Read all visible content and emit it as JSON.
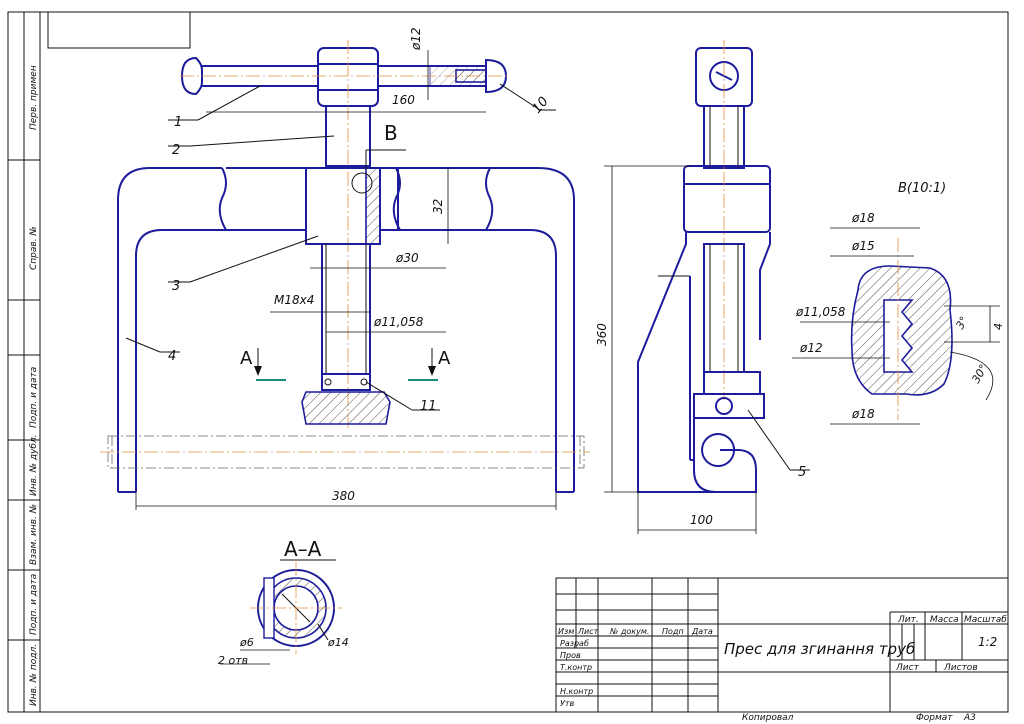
{
  "drawing": {
    "title": "Прес для згинання труб",
    "scale": "1:2",
    "format_label": "Формат",
    "format_value": "А3",
    "copied_label": "Копировал"
  },
  "side_margin": {
    "perv_primen": "Перв. примен",
    "sprav_no": "Справ. №",
    "podp_data_1": "Подп. и дата",
    "inv_dubl": "Инв. № дубл.",
    "vzam_inv": "Взам. инв. №",
    "podp_data_2": "Подп. и дата",
    "inv_podl": "Инв. № подл."
  },
  "title_block": {
    "headers": [
      "Изм",
      "Лист",
      "№ докум.",
      "Подп",
      "Дата"
    ],
    "roles": [
      "Разраб",
      "Пров",
      "Т.контр",
      "",
      "Н.контр",
      "Утв"
    ],
    "lit_label": "Лит.",
    "mass_label": "Масса",
    "scale_label": "Масштаб",
    "sheet_label": "Лист",
    "sheets_label": "Листов"
  },
  "dimensions": {
    "d12": "ø12",
    "len160": "160",
    "h32": "32",
    "d30": "ø30",
    "thread": "M18x4",
    "d11": "ø11,058",
    "len380": "380",
    "h360": "360",
    "w100": "100",
    "d6": "ø6",
    "d14": "ø14",
    "holes": "2 отв",
    "det_d18a": "ø18",
    "det_d15": "ø15",
    "det_d11": "ø11,058",
    "det_d12": "ø12",
    "det_d18b": "ø18",
    "ang3": "3°",
    "pitch4": "4",
    "ang30": "30°"
  },
  "labels": {
    "view_b": "B",
    "detail_b": "B(10:1)",
    "section_a_left": "A",
    "section_a_right": "A",
    "section_title": "A–A"
  },
  "callouts": [
    "1",
    "2",
    "3",
    "4",
    "5",
    "10",
    "11"
  ]
}
